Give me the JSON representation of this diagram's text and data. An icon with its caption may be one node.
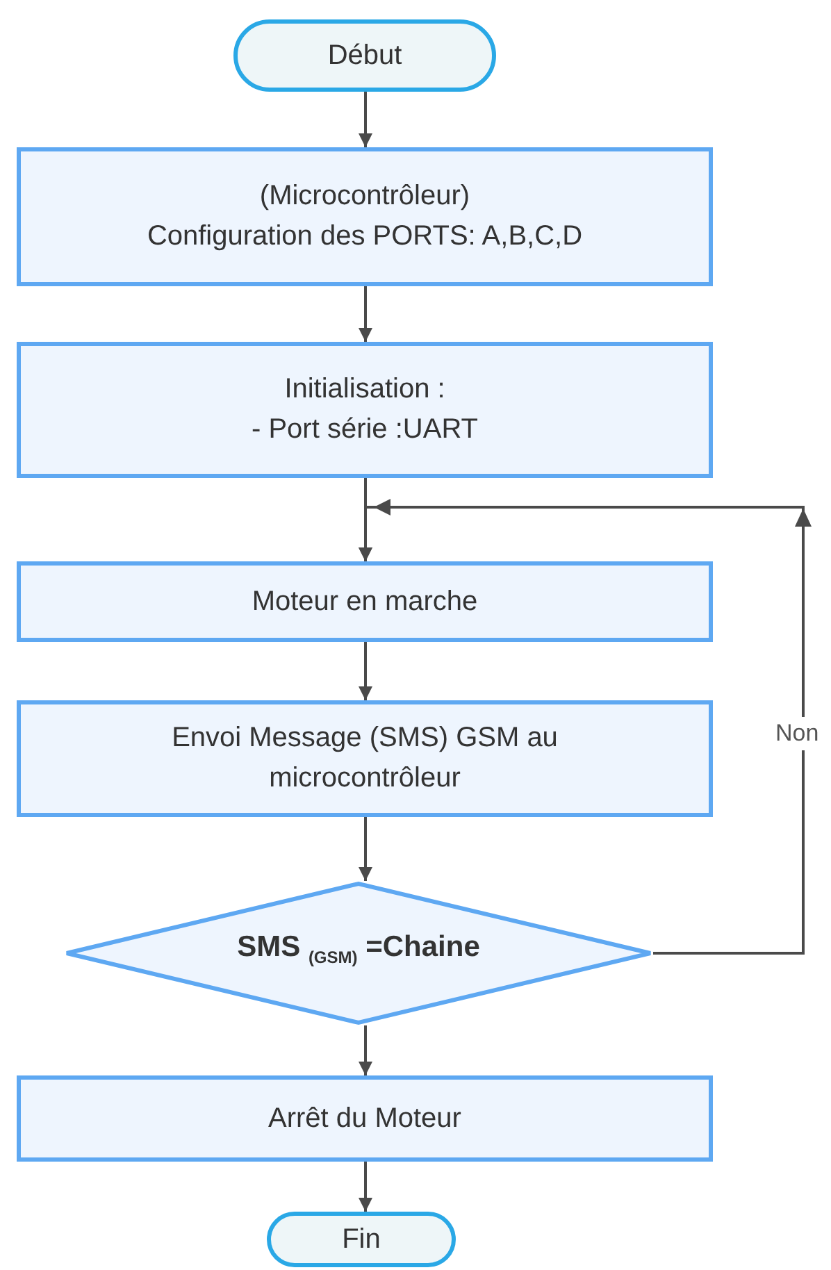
{
  "diagram": {
    "nodes": [
      {
        "text": [
          "Début"
        ]
      },
      {
        "text": [
          "(Microcontrôleur)",
          "Configuration des PORTS: A,B,C,D"
        ]
      },
      {
        "text": [
          "Initialisation :",
          "- Port série :UART"
        ]
      },
      {
        "text": [
          "Moteur en marche"
        ]
      },
      {
        "text": [
          "Envoi Message (SMS) GSM au microcontrôleur"
        ]
      },
      {
        "text": [
          "SMS $_{(GSM)}$ =Chaine"
        ]
      },
      {
        "text": [
          "Arrêt du Moteur"
        ]
      },
      {
        "text": [
          "Fin"
        ]
      }
    ],
    "edges": [
      {
        "from": 0,
        "to": 1,
        "arrow": "to"
      },
      {
        "from": 1,
        "to": 2,
        "arrow": "to"
      },
      {
        "from": 2,
        "to": 3,
        "arrow": "to"
      },
      {
        "from": 3,
        "to": 4,
        "arrow": "to"
      },
      {
        "from": 4,
        "to": 5,
        "arrow": "to"
      },
      {
        "from": 5,
        "to": 3,
        "arrow": "to",
        "label": "Non"
      },
      {
        "from": 5,
        "to": 6,
        "arrow": "to"
      },
      {
        "from": 6,
        "to": 7,
        "arrow": "to"
      }
    ]
  }
}
